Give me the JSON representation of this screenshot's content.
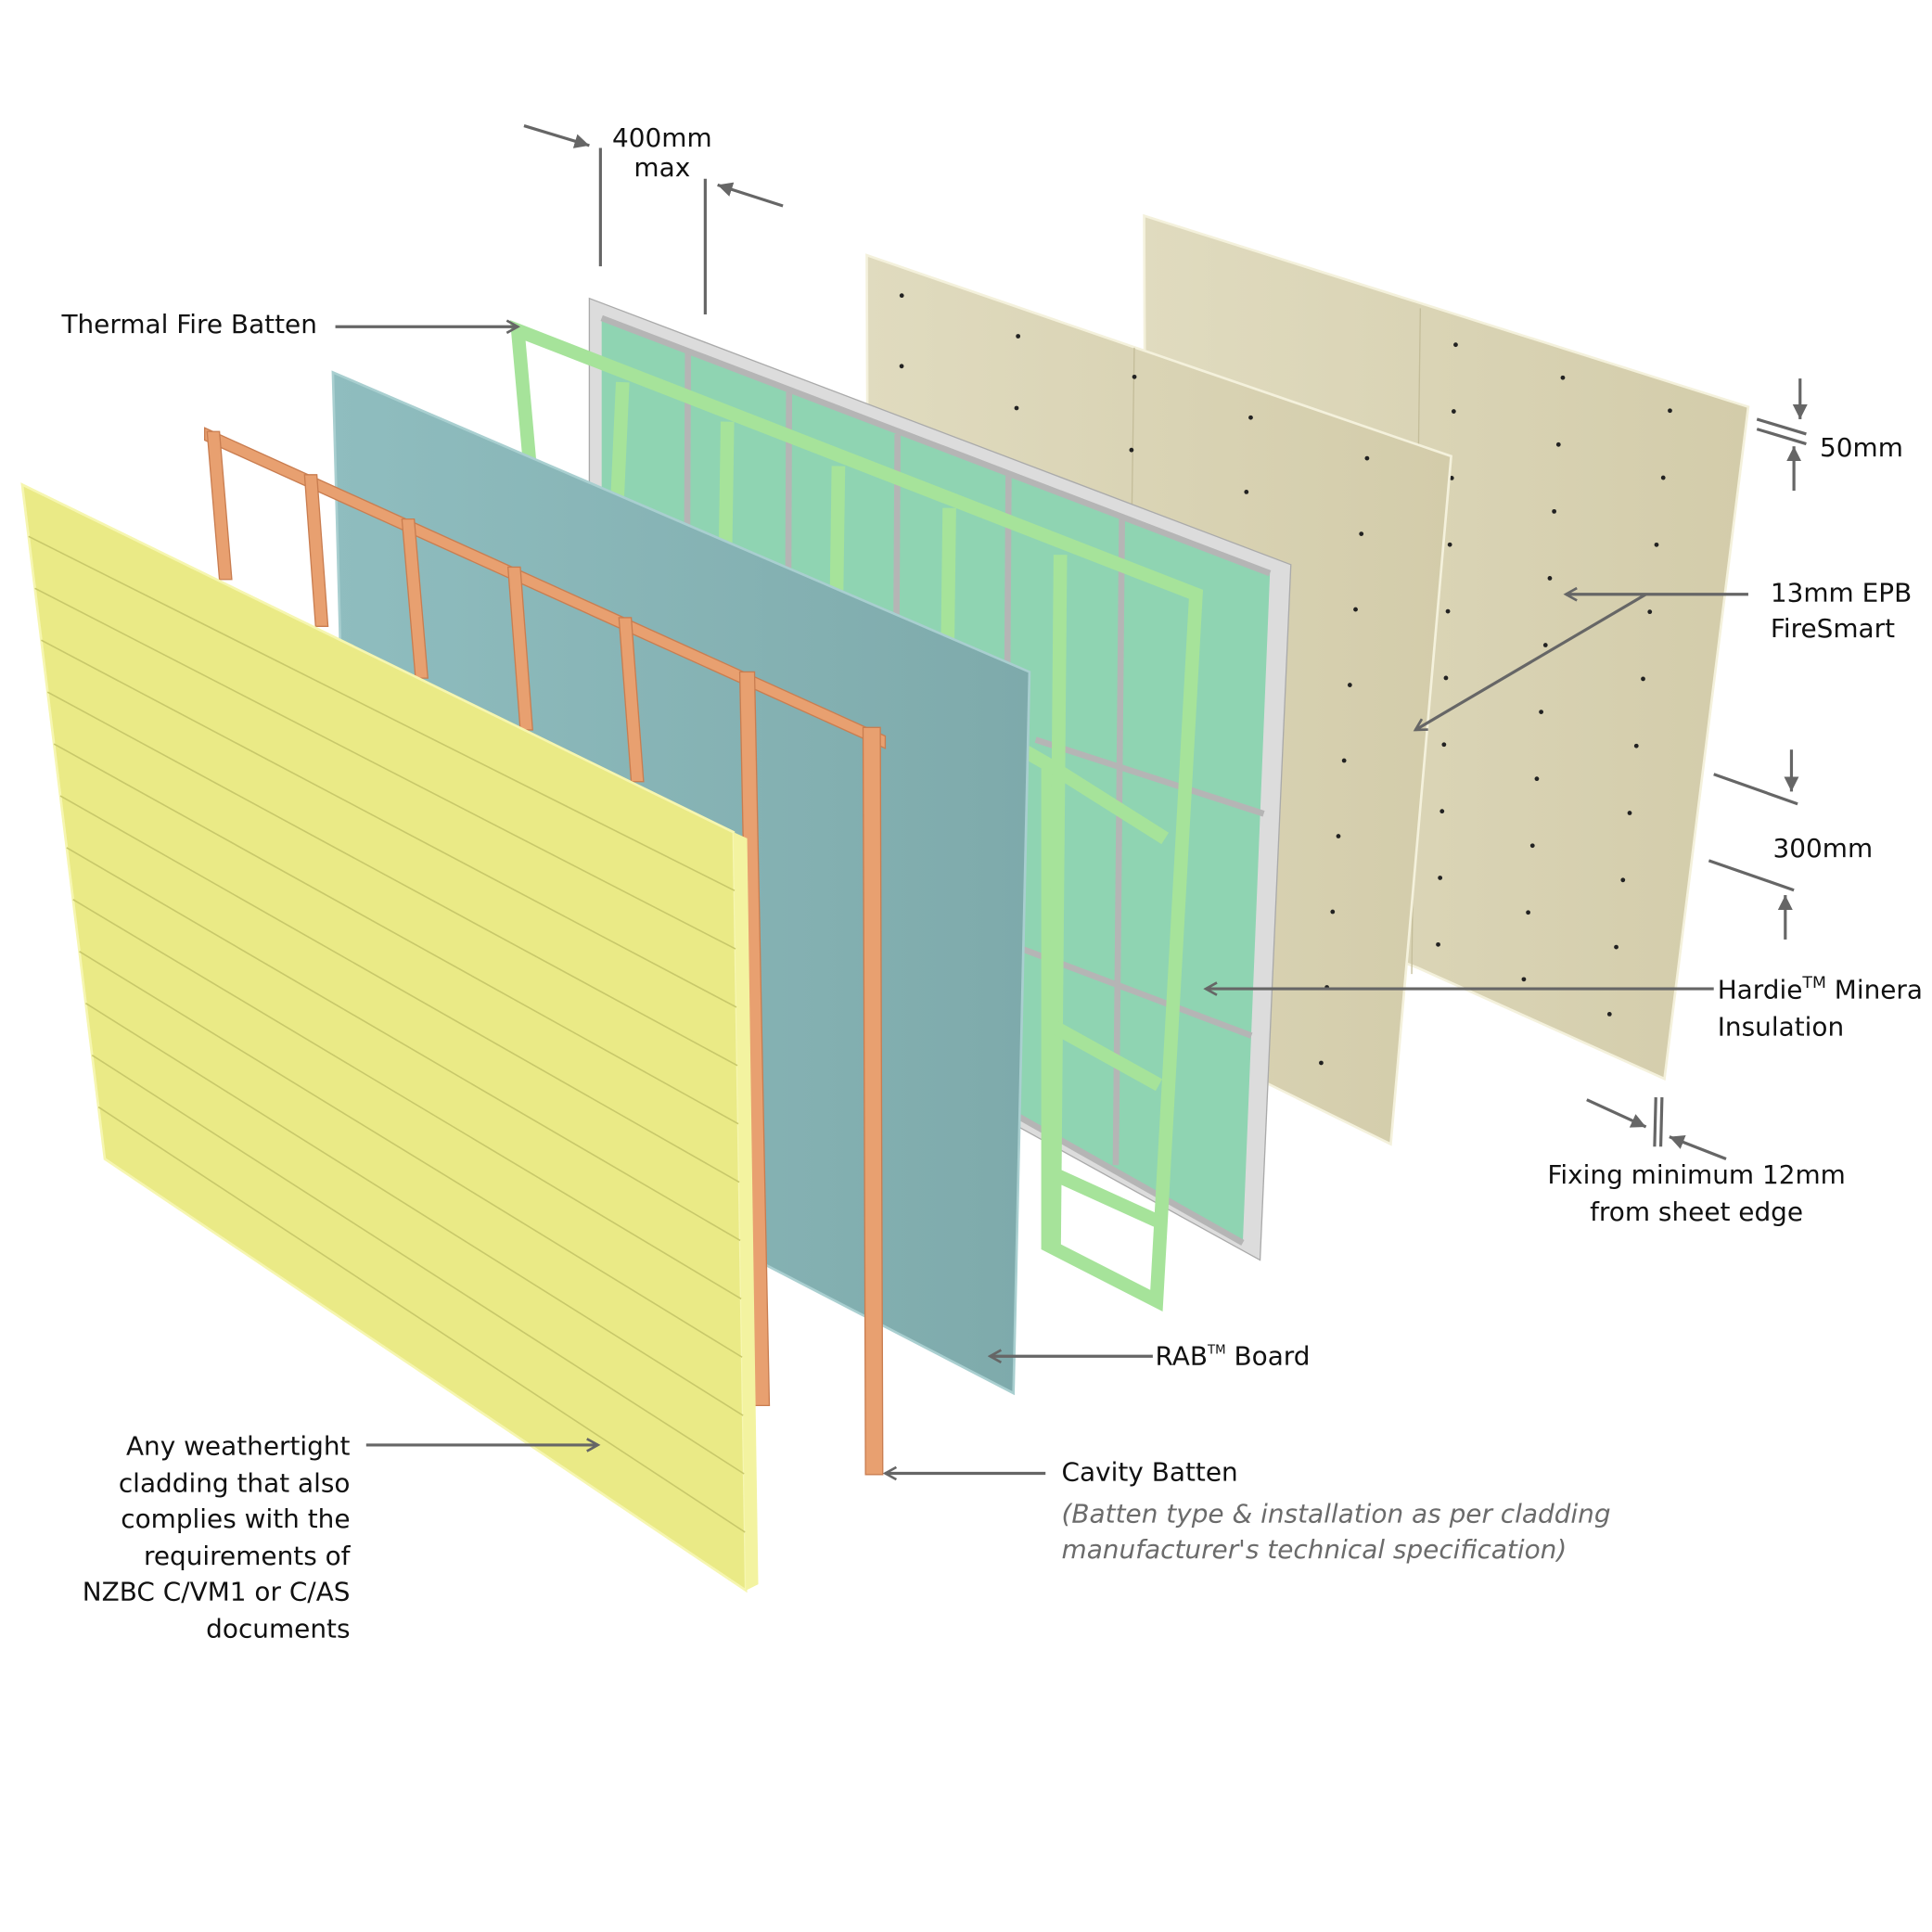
{
  "labels": {
    "spacing_top_line1": "400mm",
    "spacing_top_line2": "max",
    "thermal_fire_batten": "Thermal Fire Batten",
    "dim_50": "50mm",
    "epb_line1": "13mm EPB",
    "epb_line2": "FireSmart",
    "dim_300": "300mm",
    "hardie_line1": "Hardie",
    "hardie_tm": "TM",
    "hardie_line1b": " Minera",
    "hardie_line2": "Insulation",
    "fixing_line1": "Fixing minimum 12mm",
    "fixing_line2": "from sheet edge",
    "rab_board": "RAB",
    "rab_tm": "TM",
    "rab_board_b": " Board",
    "cavity_batten": "Cavity Batten",
    "cavity_note_line1": "(Batten type & installation as per cladding",
    "cavity_note_line2": "manufacturer's technical specification)",
    "cladding_lines": [
      "Any weathertight",
      "cladding  that also",
      "complies with the",
      "requirements of",
      "NZBC C/VM1 or C/AS",
      "documents"
    ]
  },
  "colors": {
    "epb": "#d6d0b0",
    "insulation": "#8fd1b0",
    "thermal_batten": "#a6e39a",
    "rab": "#86b7b8",
    "cavity_batten": "#e8a070",
    "cladding": "#eaea86"
  }
}
